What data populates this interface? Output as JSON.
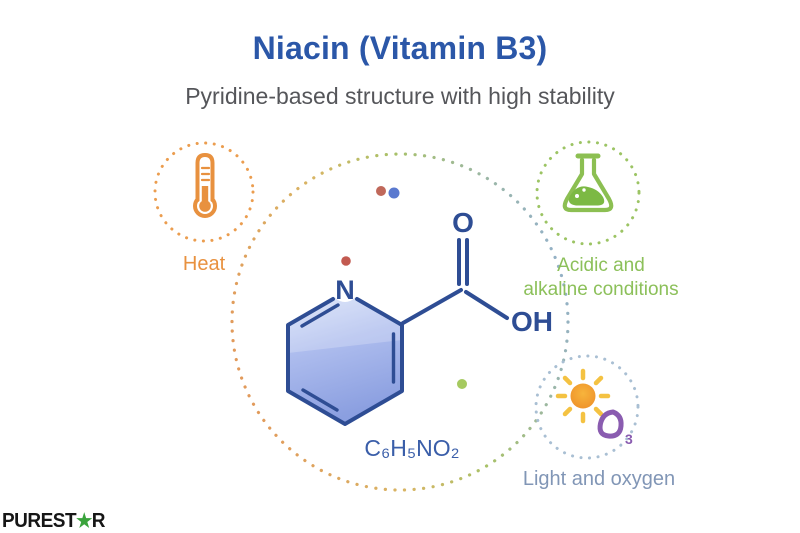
{
  "header": {
    "title": "Niacin (Vitamin B3)",
    "subtitle": "Pyridine-based structure with high stability"
  },
  "molecule": {
    "formula": "C₆H₅NO₂",
    "nitrogen_label": "N",
    "oxygen_label": "O",
    "hydroxyl_label": "OH"
  },
  "factors": [
    {
      "name": "heat",
      "label": "Heat",
      "icon": "thermometer-icon",
      "color": "#e8913f",
      "circle_color": "#eb9d4f"
    },
    {
      "name": "acidic-alkaline",
      "label_line1": "Acidic and",
      "label_line2": "alkaline conditions",
      "icon": "flask-icon",
      "color": "#8cc05a",
      "circle_color": "#9cc464"
    },
    {
      "name": "light-oxygen",
      "label": "Light and oxygen",
      "icon": "sun-icon / ozone-icon",
      "color": "#8196b6",
      "circle_color": "#a9bfd3",
      "ozone_subscript": "3"
    }
  ],
  "decor_dots": [
    {
      "name": "red-dot-top",
      "color": "#c0685a"
    },
    {
      "name": "blue-dot-top",
      "color": "#5a79cf"
    },
    {
      "name": "red-dot-left",
      "color": "#c25a50"
    },
    {
      "name": "green-dot-right",
      "color": "#a6ca60"
    }
  ],
  "logo": {
    "prefix": "PUREST",
    "star": "★",
    "suffix": "R",
    "star_color": "#3aa33c"
  },
  "colors": {
    "title_blue": "#2b57a8",
    "subtitle_gray": "#55565a",
    "molecule_navy": "#2e4d94",
    "ring_fill_light": "#d6e0f7",
    "ring_fill_dark": "#8b9fe0",
    "formula_blue": "#3a5ea9",
    "sun_core_orange": "#ee8f28",
    "sun_ray_yellow": "#f4c242",
    "ozone_purple": "#8a5cb0",
    "logo_black": "#161616",
    "big_ring_orange": "#e2985a",
    "big_ring_green": "#a8c168",
    "big_ring_blue": "#93b0cb"
  }
}
